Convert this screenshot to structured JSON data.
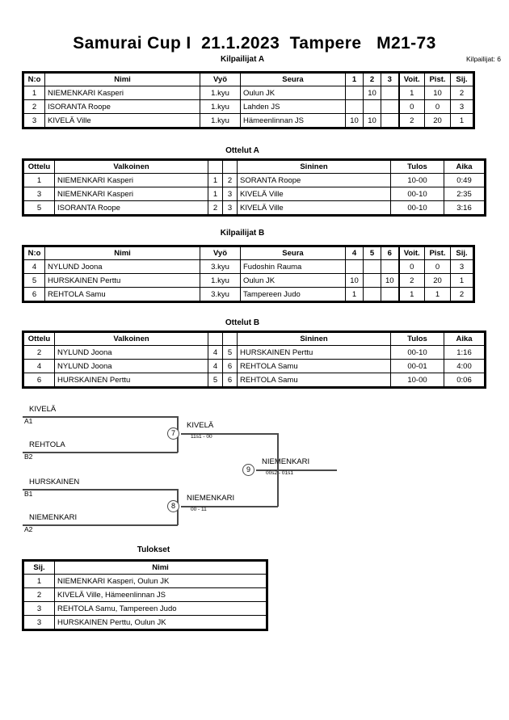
{
  "header": {
    "title": "Samurai Cup I  21.1.2023  Tampere   M21-73",
    "entrant_count_label": "Kilpailijat: 6"
  },
  "pool_a": {
    "caption": "Kilpailijat A",
    "columns": [
      "N:o",
      "Nimi",
      "Vyö",
      "Seura",
      "1",
      "2",
      "3",
      "Voit.",
      "Pist.",
      "Sij."
    ],
    "rows": [
      {
        "no": "1",
        "name": "NIEMENKARI Kasperi",
        "belt": "1.kyu",
        "club": "Oulun JK",
        "m1": "",
        "m2": "10",
        "m3": "",
        "wins": "1",
        "points": "10",
        "rank": "2"
      },
      {
        "no": "2",
        "name": "ISORANTA Roope",
        "belt": "1.kyu",
        "club": "Lahden JS",
        "m1": "",
        "m2": "",
        "m3": "",
        "wins": "0",
        "points": "0",
        "rank": "3"
      },
      {
        "no": "3",
        "name": "KIVELÄ Ville",
        "belt": "1.kyu",
        "club": "Hämeenlinnan JS",
        "m1": "10",
        "m2": "10",
        "m3": "",
        "wins": "2",
        "points": "20",
        "rank": "1"
      }
    ]
  },
  "matches_a": {
    "caption": "Ottelut A",
    "columns": [
      "Ottelu",
      "Valkoinen",
      "",
      "",
      "Sininen",
      "Tulos",
      "Aika"
    ],
    "rows": [
      {
        "match": "1",
        "white": "NIEMENKARI Kasperi",
        "white_no": "1",
        "blue_no": "2",
        "blue": " SORANTA Roope",
        "result": "10-00",
        "time": "0:49"
      },
      {
        "match": "3",
        "white": "NIEMENKARI Kasperi",
        "white_no": "1",
        "blue_no": "3",
        "blue": "KIVELÄ Ville",
        "result": "00-10",
        "time": "2:35"
      },
      {
        "match": "5",
        "white": "ISORANTA Roope",
        "white_no": "2",
        "blue_no": "3",
        "blue": "KIVELÄ Ville",
        "result": "00-10",
        "time": "3:16"
      }
    ]
  },
  "pool_b": {
    "caption": "Kilpailijat B",
    "columns": [
      "N:o",
      "Nimi",
      "Vyö",
      "Seura",
      "4",
      "5",
      "6",
      "Voit.",
      "Pist.",
      "Sij."
    ],
    "rows": [
      {
        "no": "4",
        "name": "NYLUND Joona",
        "belt": "3.kyu",
        "club": "Fudoshin Rauma",
        "m1": "",
        "m2": "",
        "m3": "",
        "wins": "0",
        "points": "0",
        "rank": "3"
      },
      {
        "no": "5",
        "name": "HURSKAINEN Perttu",
        "belt": "1.kyu",
        "club": "Oulun JK",
        "m1": "10",
        "m2": "",
        "m3": "10",
        "wins": "2",
        "points": "20",
        "rank": "1"
      },
      {
        "no": "6",
        "name": "REHTOLA Samu",
        "belt": "3.kyu",
        "club": "Tampereen Judo",
        "m1": "1",
        "m2": "",
        "m3": "",
        "wins": "1",
        "points": "1",
        "rank": "2"
      }
    ]
  },
  "matches_b": {
    "caption": "Ottelut B",
    "columns": [
      "Ottelu",
      "Valkoinen",
      "",
      "",
      "Sininen",
      "Tulos",
      "Aika"
    ],
    "rows": [
      {
        "match": "2",
        "white": "NYLUND Joona",
        "white_no": "4",
        "blue_no": "5",
        "blue": "HURSKAINEN Perttu",
        "result": "00-10",
        "time": "1:16"
      },
      {
        "match": "4",
        "white": "NYLUND Joona",
        "white_no": "4",
        "blue_no": "6",
        "blue": "REHTOLA Samu",
        "result": "00-01",
        "time": "4:00"
      },
      {
        "match": "6",
        "white": "HURSKAINEN Perttu",
        "white_no": "5",
        "blue_no": "6",
        "blue": "REHTOLA Samu",
        "result": "10-00",
        "time": "0:06"
      }
    ]
  },
  "bracket": {
    "entries": [
      {
        "name": "KIVELÄ",
        "seed": "A1"
      },
      {
        "name": "REHTOLA",
        "seed": "B2"
      },
      {
        "name": "HURSKAINEN",
        "seed": "B1"
      },
      {
        "name": "NIEMENKARI",
        "seed": "A2"
      }
    ],
    "nodes": [
      {
        "num": "7",
        "winner": "KIVELÄ",
        "score": "11s1 - 00"
      },
      {
        "num": "8",
        "winner": "NIEMENKARI",
        "score": "00 - 11"
      },
      {
        "num": "9",
        "winner": "NIEMENKARI",
        "score": "00s2 - 01s1"
      }
    ]
  },
  "results": {
    "caption": "Tulokset",
    "columns": [
      "Sij.",
      "Nimi"
    ],
    "rows": [
      {
        "rank": "1",
        "name": "NIEMENKARI Kasperi, Oulun JK"
      },
      {
        "rank": "2",
        "name": "KIVELÄ Ville, Hämeenlinnan JS"
      },
      {
        "rank": "3",
        "name": "REHTOLA Samu, Tampereen Judo"
      },
      {
        "rank": "3",
        "name": "HURSKAINEN Perttu, Oulun JK"
      }
    ]
  }
}
